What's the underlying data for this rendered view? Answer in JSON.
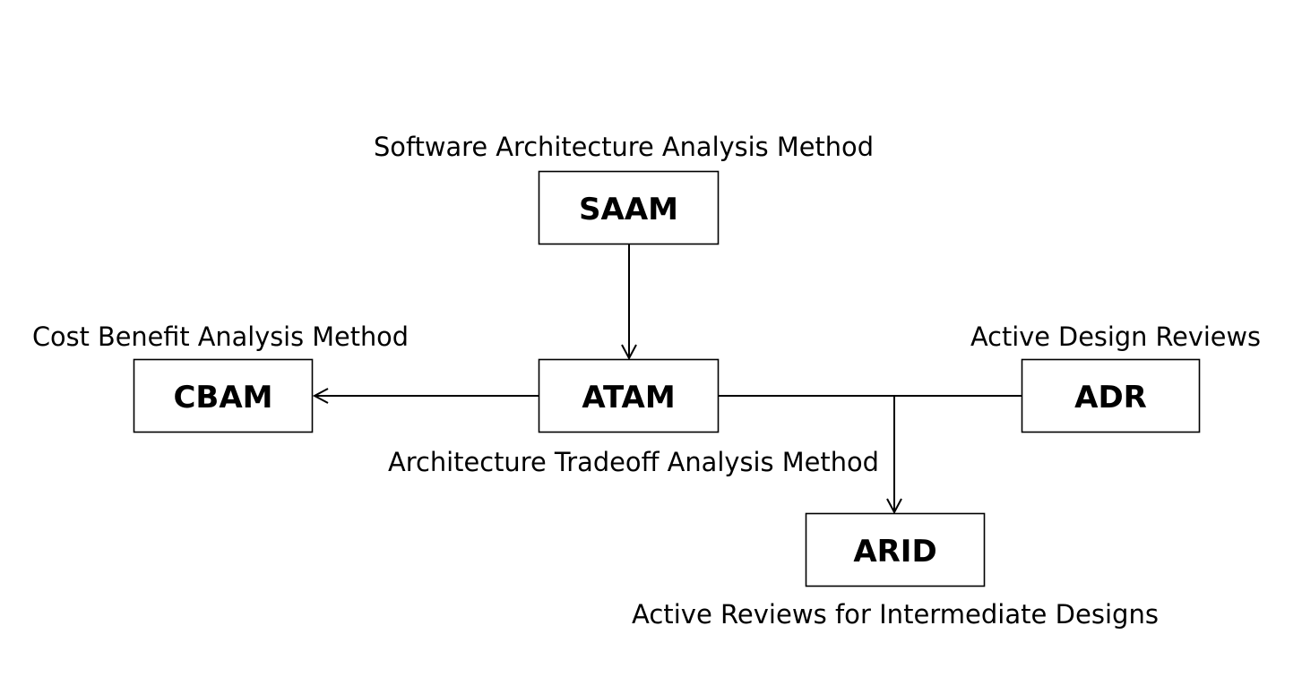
{
  "nodes": {
    "saam": {
      "label": "SAAM",
      "caption": "Software Architecture Analysis Method"
    },
    "atam": {
      "label": "ATAM",
      "caption": "Architecture Tradeoff Analysis Method"
    },
    "cbam": {
      "label": "CBAM",
      "caption": "Cost Benefit Analysis Method"
    },
    "adr": {
      "label": "ADR",
      "caption": "Active Design Reviews"
    },
    "arid": {
      "label": "ARID",
      "caption": "Active Reviews for Intermediate Designs"
    }
  },
  "edges": [
    {
      "from": "SAAM",
      "to": "ATAM"
    },
    {
      "from": "ATAM",
      "to": "CBAM"
    },
    {
      "from": "ATAM",
      "to": "ARID"
    },
    {
      "from": "ADR",
      "to": "ARID"
    }
  ]
}
